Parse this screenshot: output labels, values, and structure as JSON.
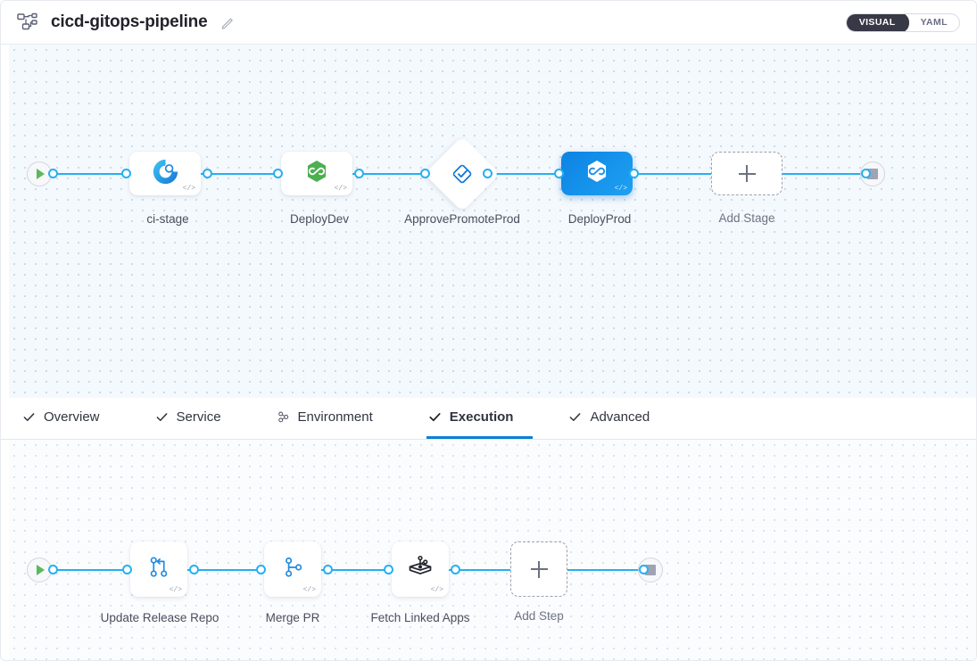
{
  "header": {
    "pipeline_icon": "pipeline-nodes-icon",
    "title": "cicd-gitops-pipeline",
    "edit_icon": "edit-pencil-icon",
    "mode_toggle": {
      "visual_label": "VISUAL",
      "yaml_label": "YAML",
      "active": "VISUAL"
    }
  },
  "stage_canvas": {
    "start_node": {
      "name": "pipeline-start-node",
      "icon": "play-icon"
    },
    "end_node": {
      "name": "pipeline-end-node",
      "icon": "stop-square-icon"
    },
    "stages": [
      {
        "label": "ci-stage",
        "icon": "ci-build-icon",
        "type": "card",
        "selected": false
      },
      {
        "label": "DeployDev",
        "icon": "kubernetes-deploy-icon",
        "type": "card",
        "selected": false
      },
      {
        "label": "ApprovePromoteProd",
        "icon": "approval-check-icon",
        "type": "diamond",
        "selected": false
      },
      {
        "label": "DeployProd",
        "icon": "kubernetes-deploy-icon",
        "type": "card",
        "selected": true
      }
    ],
    "add_stage": {
      "label": "Add Stage",
      "icon": "plus-icon"
    },
    "code_badge": "</>"
  },
  "tabs": [
    {
      "label": "Overview",
      "icon": "check-icon",
      "active": false
    },
    {
      "label": "Service",
      "icon": "check-icon",
      "active": false
    },
    {
      "label": "Environment",
      "icon": "environment-nodes-icon",
      "active": false
    },
    {
      "label": "Execution",
      "icon": "check-icon",
      "active": true
    },
    {
      "label": "Advanced",
      "icon": "check-icon",
      "active": false
    }
  ],
  "step_canvas": {
    "start_node": {
      "name": "execution-start-node",
      "icon": "play-icon"
    },
    "end_node": {
      "name": "execution-end-node",
      "icon": "stop-square-icon"
    },
    "steps": [
      {
        "label": "Update Release Repo",
        "icon": "git-merge-icon"
      },
      {
        "label": "Merge PR",
        "icon": "git-branch-icon"
      },
      {
        "label": "Fetch Linked Apps",
        "icon": "harness-gitops-icon"
      }
    ],
    "add_step": {
      "label": "Add Step",
      "icon": "plus-icon"
    },
    "code_badge": "</>"
  },
  "colors": {
    "accent_blue": "#25b0f0",
    "selected_blue": "#0c83e3",
    "tab_active": "#0b7fd4",
    "canvas_bg": "#f4f9fd",
    "start_green": "#5cb85c"
  }
}
